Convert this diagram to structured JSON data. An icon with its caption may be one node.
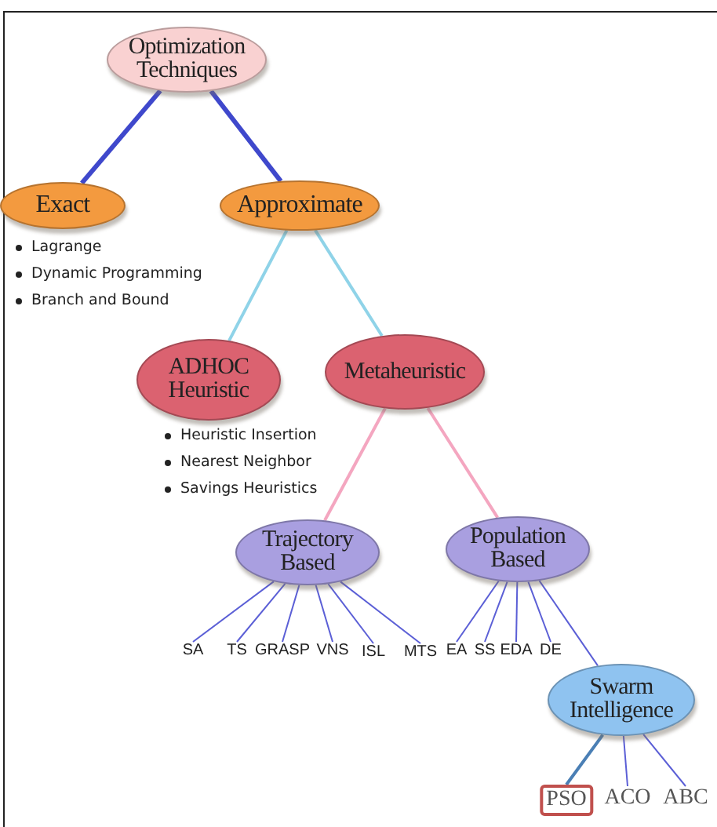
{
  "diagram": {
    "nodes": [
      {
        "text": [
          "Optimization Techniques"
        ]
      },
      {
        "text": [
          "Exact"
        ],
        "beside": [
          "Lagrange",
          "Dynamic Programming",
          "Branch and Bound"
        ]
      },
      {
        "text": [
          "Approximate"
        ]
      },
      {
        "text": [
          "ADHOC Heuristic"
        ],
        "beside": [
          "Heuristic Insertion",
          "Nearest Neighbor",
          "Savings Heuristics"
        ]
      },
      {
        "text": [
          "Metaheuristic"
        ]
      },
      {
        "text": [
          "Trajectory Based"
        ]
      },
      {
        "text": [
          "Population Based"
        ]
      },
      {
        "text": [
          "SA"
        ]
      },
      {
        "text": [
          "TS"
        ]
      },
      {
        "text": [
          "GRASP"
        ]
      },
      {
        "text": [
          "VNS"
        ]
      },
      {
        "text": [
          "ISL"
        ]
      },
      {
        "text": [
          "MTS"
        ]
      },
      {
        "text": [
          "EA"
        ]
      },
      {
        "text": [
          "SS"
        ]
      },
      {
        "text": [
          "EDA"
        ]
      },
      {
        "text": [
          "DE"
        ]
      },
      {
        "text": [
          "Swarm Intelligence"
        ]
      },
      {
        "text": [
          "PSO"
        ]
      },
      {
        "text": [
          "ACO"
        ]
      },
      {
        "text": [
          "ABC"
        ]
      }
    ],
    "edges": [
      {
        "from": 0,
        "to": 1,
        "arrow": "none",
        "style": "thick",
        "color": "#3f48cc"
      },
      {
        "from": 0,
        "to": 2,
        "arrow": "none",
        "style": "thick",
        "color": "#3f48cc"
      },
      {
        "from": 2,
        "to": 3,
        "arrow": "none",
        "color": "#8fd3e8"
      },
      {
        "from": 2,
        "to": 4,
        "arrow": "none",
        "color": "#8fd3e8"
      },
      {
        "from": 4,
        "to": 5,
        "arrow": "none",
        "color": "#f4a6c0"
      },
      {
        "from": 4,
        "to": 6,
        "arrow": "none",
        "color": "#f4a6c0"
      },
      {
        "from": 5,
        "to": 7,
        "arrow": "none"
      },
      {
        "from": 5,
        "to": 8,
        "arrow": "none"
      },
      {
        "from": 5,
        "to": 9,
        "arrow": "none"
      },
      {
        "from": 5,
        "to": 10,
        "arrow": "none"
      },
      {
        "from": 5,
        "to": 11,
        "arrow": "none"
      },
      {
        "from": 5,
        "to": 12,
        "arrow": "none"
      },
      {
        "from": 6,
        "to": 13,
        "arrow": "none"
      },
      {
        "from": 6,
        "to": 14,
        "arrow": "none"
      },
      {
        "from": 6,
        "to": 15,
        "arrow": "none"
      },
      {
        "from": 6,
        "to": 16,
        "arrow": "none"
      },
      {
        "from": 6,
        "to": 17,
        "arrow": "none"
      },
      {
        "from": 17,
        "to": 18,
        "arrow": "none",
        "color": "#4a7fb5"
      },
      {
        "from": 17,
        "to": 19,
        "arrow": "none"
      },
      {
        "from": 17,
        "to": 20,
        "arrow": "none"
      }
    ]
  }
}
